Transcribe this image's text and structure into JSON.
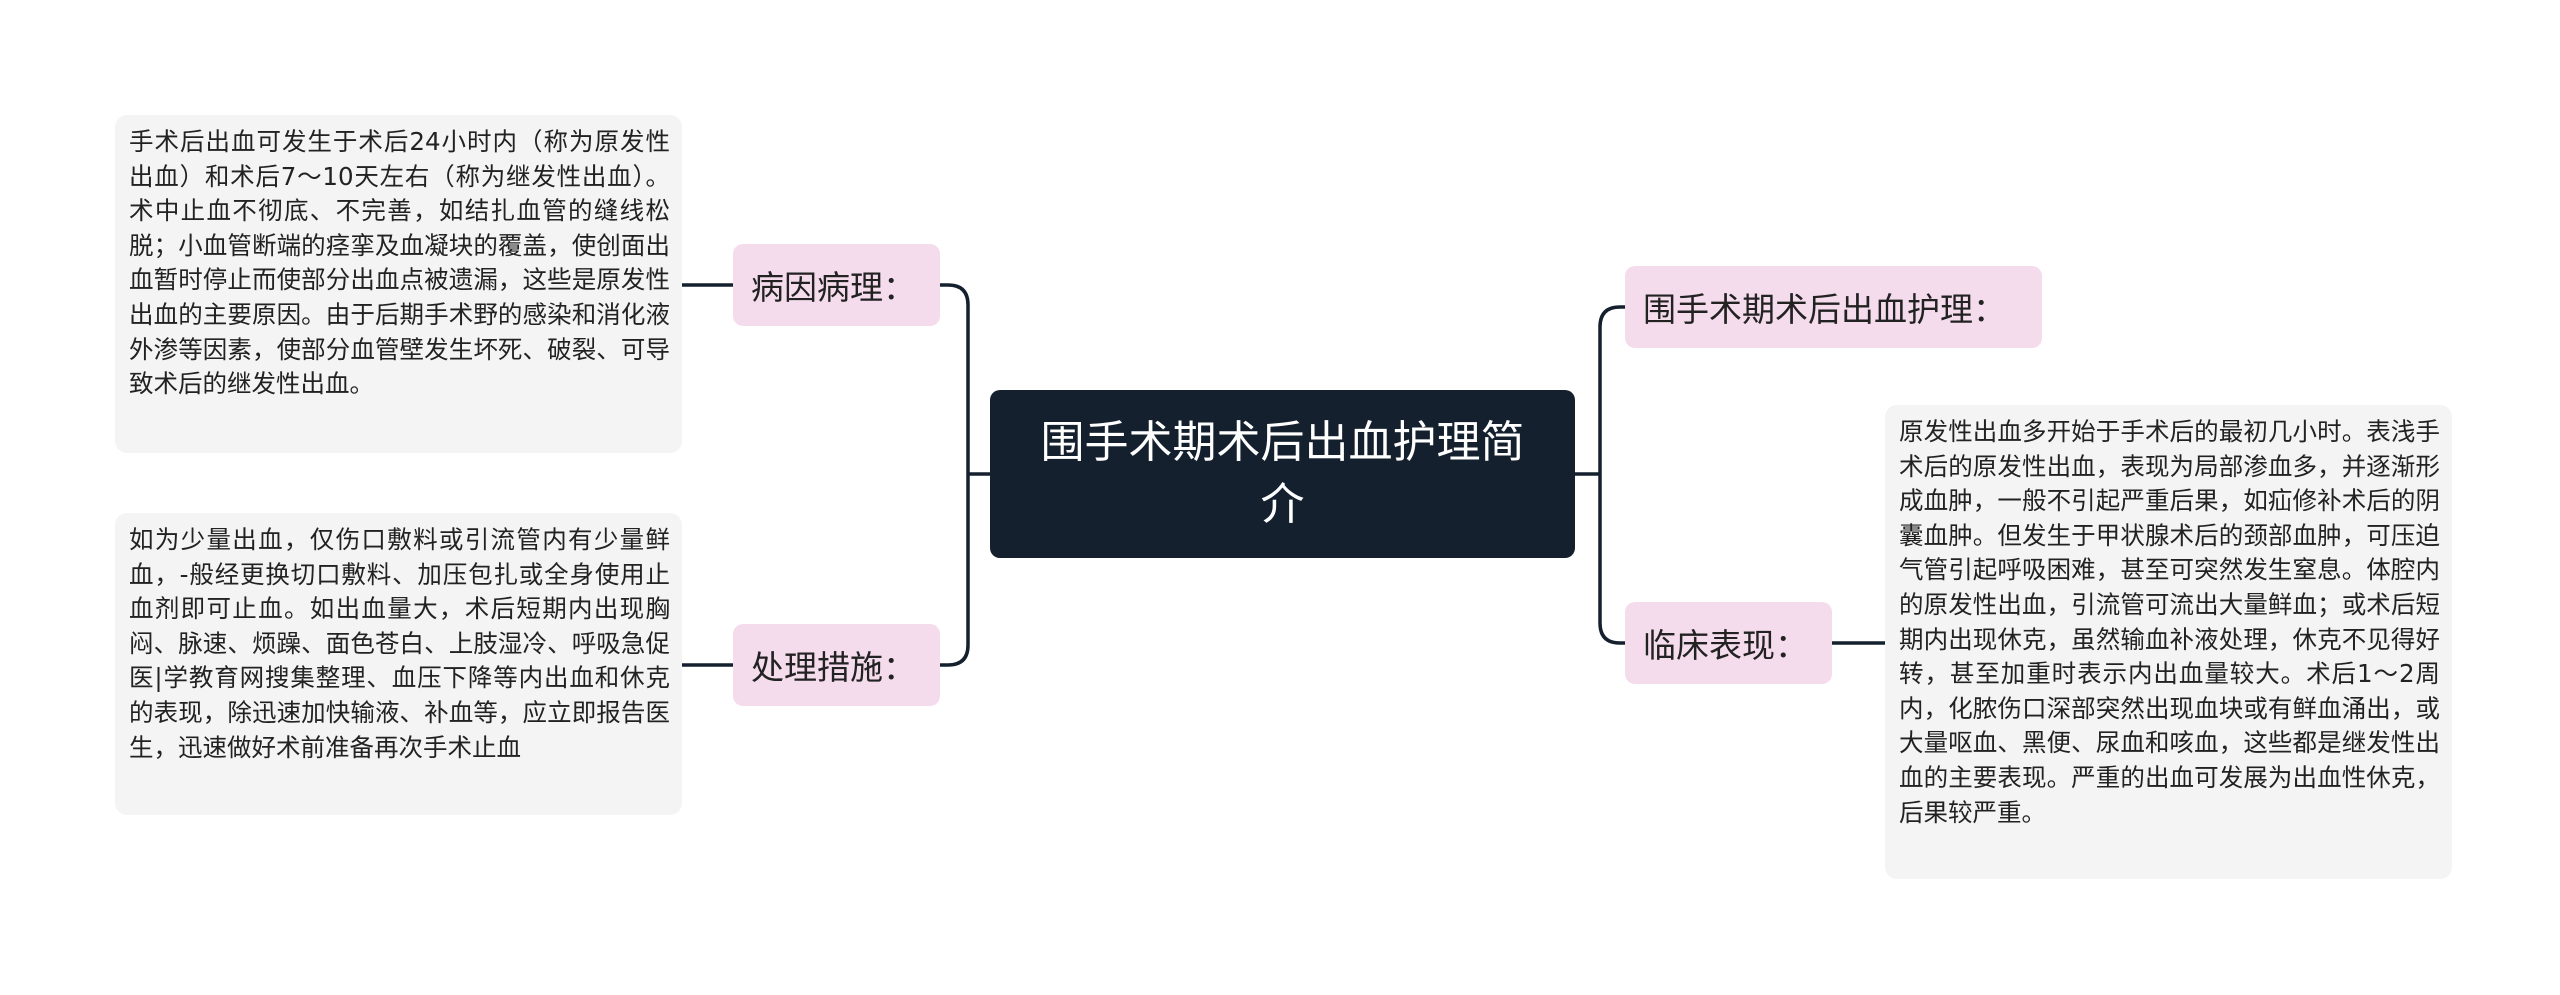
{
  "colors": {
    "center_bg": "#14202e",
    "branch_bg": "#f5dced",
    "leaf_bg": "#f4f4f4",
    "line": "#14202e"
  },
  "center": {
    "title": "围手术期术后出血护理简介"
  },
  "branches": {
    "etiology": {
      "label": "病因病理：",
      "detail": "手术后出血可发生于术后24小时内（称为原发性出血）和术后7～10天左右（称为继发性出血）。术中止血不彻底、不完善，如结扎血管的缝线松脱；小血管断端的痉挛及血凝块的覆盖，使创面出血暂时停止而使部分出血点被遗漏，这些是原发性出血的主要原因。由于后期手术野的感染和消化液外渗等因素，使部分血管壁发生坏死、破裂、可导致术后的继发性出血。"
    },
    "treatment": {
      "label": "处理措施：",
      "detail": "如为少量出血，仅伤口敷料或引流管内有少量鲜血，-般经更换切口敷料、加压包扎或全身使用止血剂即可止血。如出血量大，术后短期内出现胸闷、脉速、烦躁、面色苍白、上肢湿冷、呼吸急促医|学教育网搜集整理、血压下降等内出血和休克的表现，除迅速加快输液、补血等，应立即报告医生，迅速做好术前准备再次手术止血"
    },
    "nursing": {
      "label": "围手术期术后出血护理："
    },
    "clinical": {
      "label": "临床表现：",
      "detail": "原发性出血多开始于手术后的最初几小时。表浅手术后的原发性出血，表现为局部渗血多，并逐渐形成血肿，一般不引起严重后果，如疝修补术后的阴囊血肿。但发生于甲状腺术后的颈部血肿，可压迫气管引起呼吸困难，甚至可突然发生窒息。体腔内的原发性出血，引流管可流出大量鲜血；或术后短期内出现休克，虽然输血补液处理，休克不见得好转，甚至加重时表示内出血量较大。术后1～2周内，化脓伤口深部突然出现血块或有鲜血涌出，或大量呕血、黑便、尿血和咳血，这些都是继发性出血的主要表现。严重的出血可发展为出血性休克，后果较严重。"
    }
  }
}
